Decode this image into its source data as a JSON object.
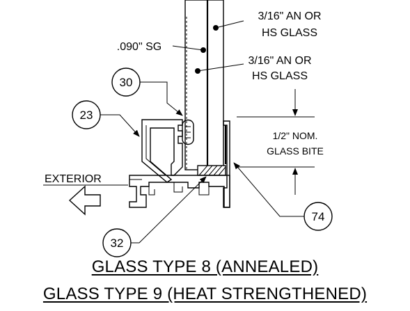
{
  "labels": {
    "outer_glass": [
      "3/16\" AN OR",
      "HS GLASS"
    ],
    "inner_glass": [
      "3/16\" AN OR",
      "HS GLASS"
    ],
    "interlayer": ".090\" SG",
    "bite": [
      "1/2\" NOM.",
      "GLASS BITE"
    ],
    "exterior": "EXTERIOR"
  },
  "callouts": {
    "c30": "30",
    "c23": "23",
    "c74": "74",
    "c32": "32"
  },
  "captions": {
    "type8": "GLASS TYPE 8 (ANNEALED)",
    "type9": "GLASS TYPE 9 (HEAT STRENGTHENED)"
  }
}
